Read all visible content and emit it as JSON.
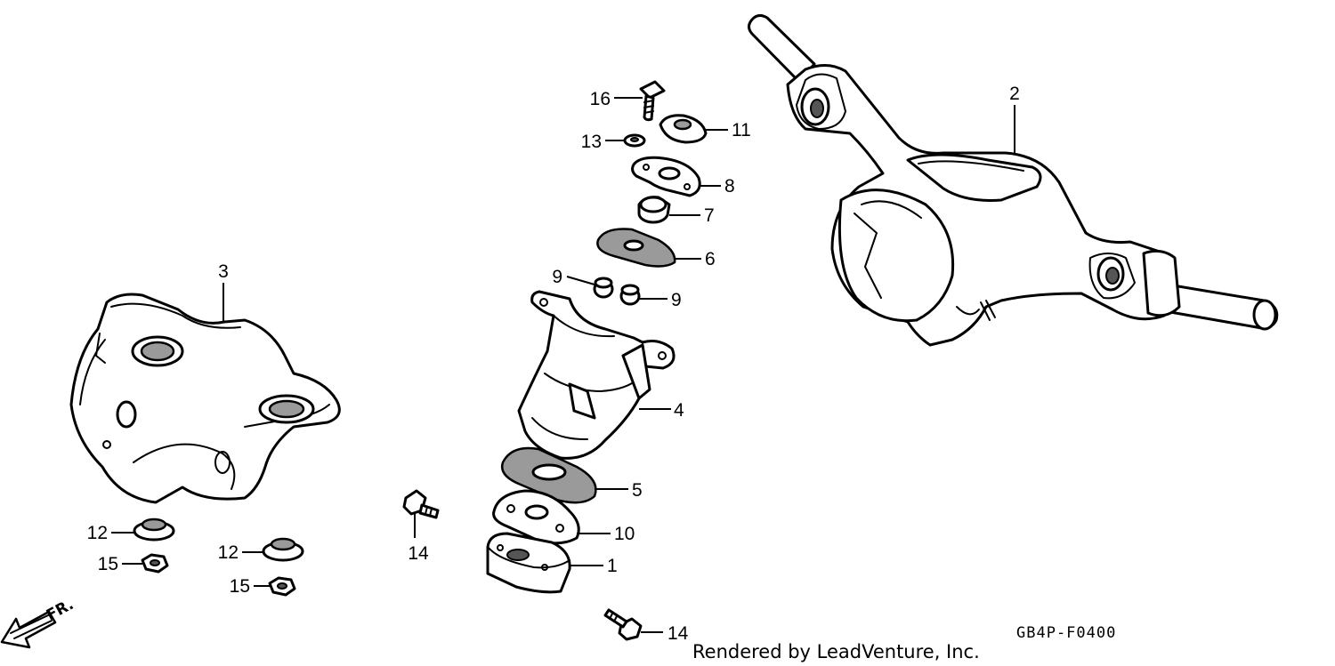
{
  "callouts": {
    "c1": "1",
    "c2": "2",
    "c3": "3",
    "c4": "4",
    "c5": "5",
    "c6": "6",
    "c7": "7",
    "c8": "8",
    "c9a": "9",
    "c9b": "9",
    "c10": "10",
    "c11": "11",
    "c12a": "12",
    "c12b": "12",
    "c13": "13",
    "c14a": "14",
    "c14b": "14",
    "c15a": "15",
    "c15b": "15",
    "c16": "16"
  },
  "front_indicator": "FR.",
  "diagram_code": "GB4P-F0400",
  "credit": "Rendered by LeadVenture, Inc.",
  "colors": {
    "line": "#000000",
    "background": "#ffffff",
    "fill_texture": "#9a9a9a"
  }
}
